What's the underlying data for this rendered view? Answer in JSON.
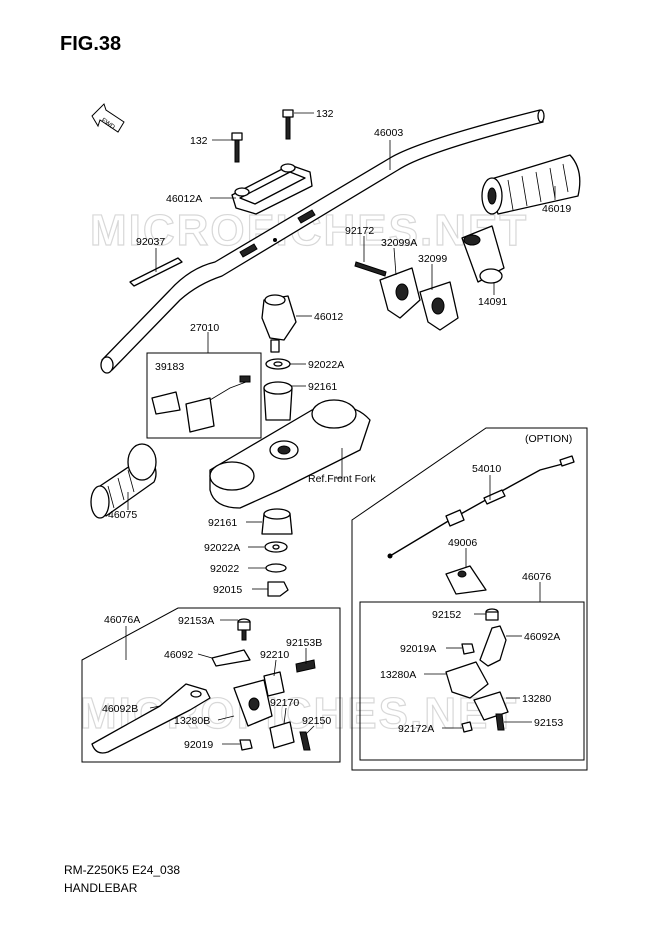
{
  "figure": {
    "title": "FIG.38",
    "fwd_label": "FWD",
    "option_label": "(OPTION)",
    "ref_label": "Ref.Front Fork",
    "footer_code": "RM-Z250K5 E24_038",
    "footer_name": "HANDLEBAR",
    "watermark_top": "MICROFICHES.NET",
    "watermark_bottom": "MICROFICHES.NET"
  },
  "parts": {
    "p132a": "132",
    "p132b": "132",
    "p46003": "46003",
    "p46012A": "46012A",
    "p46019": "46019",
    "p92037": "92037",
    "p92172": "92172",
    "p32099A": "32099A",
    "p32099": "32099",
    "p14091": "14091",
    "p46012": "46012",
    "p27010": "27010",
    "p39183": "39183",
    "p92022A_top": "92022A",
    "p92161_top": "92161",
    "p46075": "46075",
    "p92161_bot": "92161",
    "p92022A_bot": "92022A",
    "p92022": "92022",
    "p92015": "92015",
    "p54010": "54010",
    "p49006": "49006",
    "p46076": "46076",
    "p92152": "92152",
    "p92019A": "92019A",
    "p46092A": "46092A",
    "p13280A": "13280A",
    "p13280": "13280",
    "p92172A": "92172A",
    "p92153": "92153",
    "p46076A": "46076A",
    "p92153A": "92153A",
    "p92153B": "92153B",
    "p46092": "46092",
    "p92210": "92210",
    "p46092B": "46092B",
    "p92170": "92170",
    "p13280B": "13280B",
    "p92150": "92150",
    "p92019": "92019"
  }
}
